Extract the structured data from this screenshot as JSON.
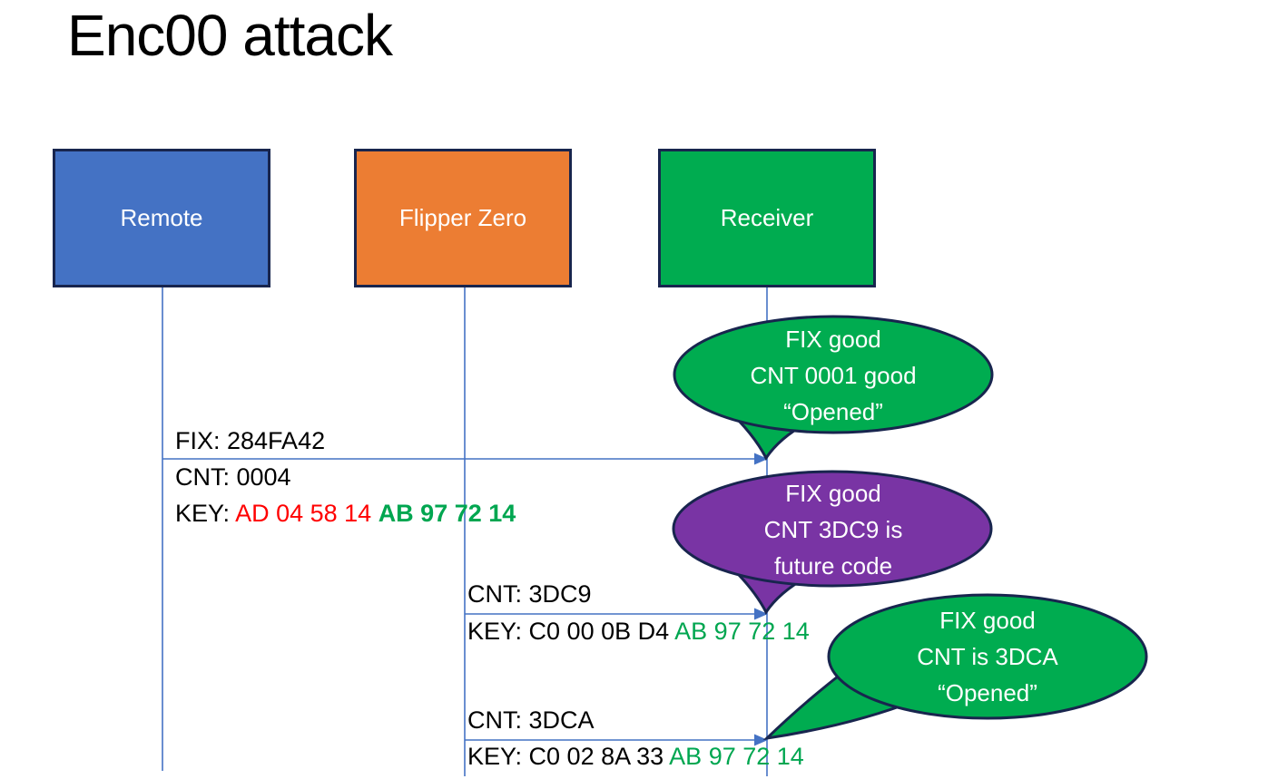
{
  "slide": {
    "title": "Enc00 attack"
  },
  "actors": [
    {
      "label": "Remote",
      "fill": "#4472C4"
    },
    {
      "label": "Flipper Zero",
      "fill": "#EC7D33"
    },
    {
      "label": "Receiver",
      "fill": "#00AC50"
    }
  ],
  "messages": [
    {
      "from": "Remote",
      "to": "Receiver",
      "fix": "FIX: 284FA42",
      "cnt": "CNT: 0004",
      "key_prefix": "KEY: ",
      "key_changed": "AD 04 58 14 ",
      "key_fixed": "AB 97 72 14"
    },
    {
      "from": "Flipper Zero",
      "to": "Receiver",
      "cnt": "CNT: 3DC9",
      "key_prefix": "KEY: C0 00 0B D4 ",
      "key_fixed": "AB 97 72 14"
    },
    {
      "from": "Flipper Zero",
      "to": "Receiver",
      "cnt": "CNT: 3DCA",
      "key_prefix": "KEY: C0 02 8A 33 ",
      "key_fixed": "AB 97 72 14"
    }
  ],
  "callouts": [
    {
      "fill": "#00AC50",
      "lines": [
        "FIX good",
        "CNT 0001 good",
        "“Opened”"
      ]
    },
    {
      "fill": "#7934A4",
      "lines": [
        "FIX good",
        "CNT 3DC9 is",
        "future code"
      ]
    },
    {
      "fill": "#00AC50",
      "lines": [
        "FIX good",
        "CNT is 3DCA",
        "“Opened”"
      ]
    }
  ],
  "colors": {
    "accent_blue": "#4472C4",
    "accent_orange": "#EC7D33",
    "accent_green": "#00AC50",
    "accent_purple": "#7934A4",
    "outline_navy": "#18254E",
    "line_blue": "#4472C4",
    "key_changed_red": "#FF0000",
    "key_fixed_green": "#00A650",
    "text_black": "#000000"
  }
}
